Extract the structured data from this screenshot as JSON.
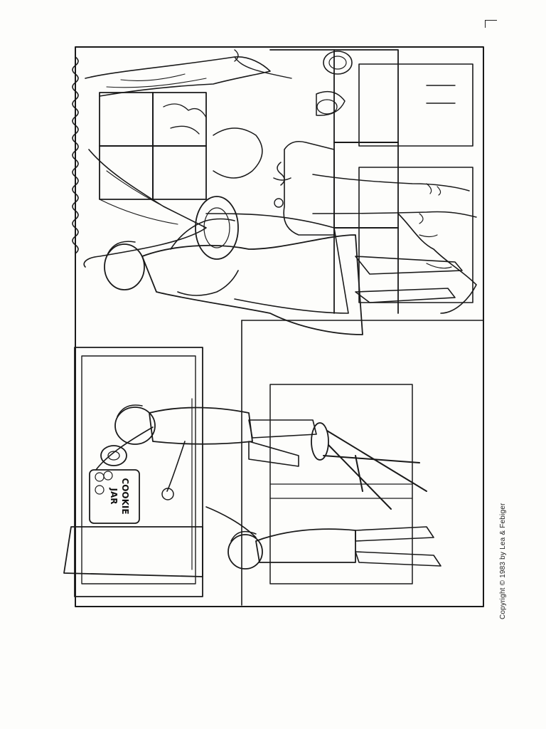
{
  "illustration": {
    "caption_copyright": "Copyright © 1983 by Lea & Febiger",
    "cookie_jar": {
      "label_line1": "COOKIE",
      "label_line2": "JAR"
    },
    "colors": {
      "ink": "#1a1a1a",
      "paper": "#fdfdfb"
    }
  }
}
